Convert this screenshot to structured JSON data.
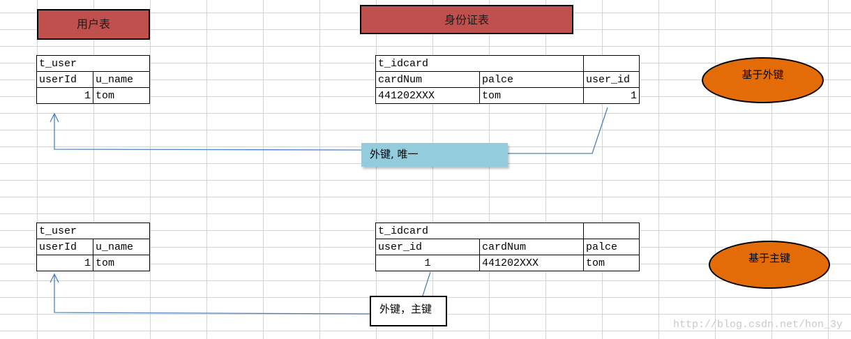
{
  "titles": {
    "user": "用户表",
    "idcard": "身份证表"
  },
  "top_example": {
    "user_table": {
      "name": "t_user",
      "headers": [
        "userId",
        "u_name"
      ],
      "row": [
        "1",
        "tom"
      ]
    },
    "idcard_table": {
      "name": "t_idcard",
      "headers": [
        "cardNum",
        "palce",
        "user_id"
      ],
      "row": [
        "441202XXX",
        "tom",
        "1"
      ]
    },
    "arrow_label": "外键, 唯一",
    "method": "基于外键"
  },
  "bottom_example": {
    "user_table": {
      "name": "t_user",
      "headers": [
        "userId",
        "u_name"
      ],
      "row": [
        "1",
        "tom"
      ]
    },
    "idcard_table": {
      "name": "t_idcard",
      "headers": [
        "user_id",
        "cardNum",
        "palce"
      ],
      "row": [
        "1",
        "441202XXX",
        "tom"
      ]
    },
    "arrow_label": "外键，主键",
    "method": "基于主键"
  },
  "watermark": "http://blog.csdn.net/hon_3y",
  "colors": {
    "title_fill": "#c0504d",
    "ellipse_fill": "#e36c09",
    "label_fill": "#93cddd",
    "arrow": "#4f81bd"
  }
}
